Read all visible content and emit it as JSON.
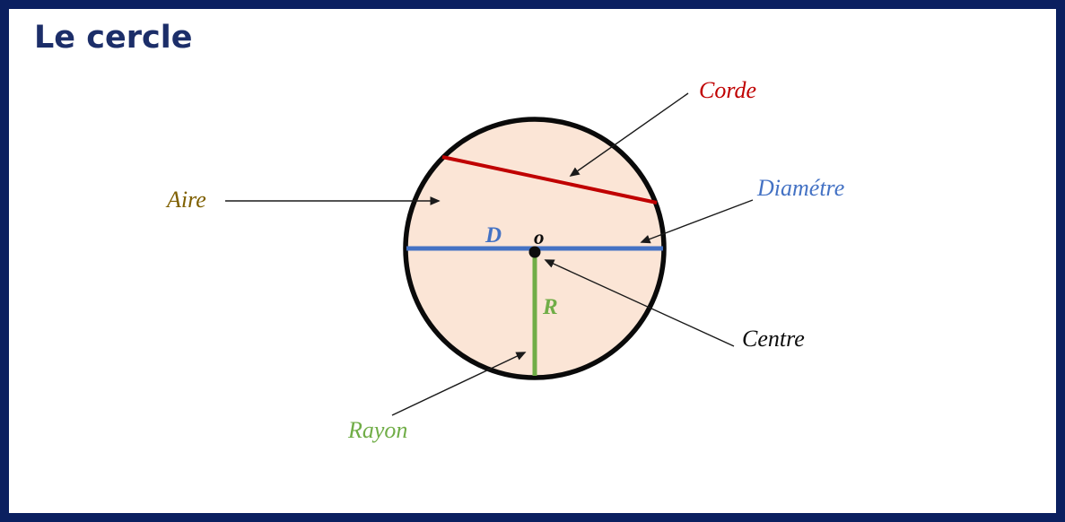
{
  "title": "Le cercle",
  "labels": {
    "corde": "Corde",
    "diametre": "Diamétre",
    "aire": "Aire",
    "centre": "Centre",
    "rayon": "Rayon",
    "diameter_symbol": "D",
    "center_symbol": "o",
    "radius_symbol": "R"
  },
  "colors": {
    "frame_border": "#0b2060",
    "title_text": "#1c2e69",
    "circle_fill": "#fbe5d6",
    "circle_stroke": "#0a0a0a",
    "chord_line": "#c00000",
    "diameter_line": "#4472c4",
    "radius_line": "#70ad47",
    "aire_text": "#7f6000",
    "centre_text": "#0d0d0d",
    "arrow": "#1a1a1a"
  }
}
